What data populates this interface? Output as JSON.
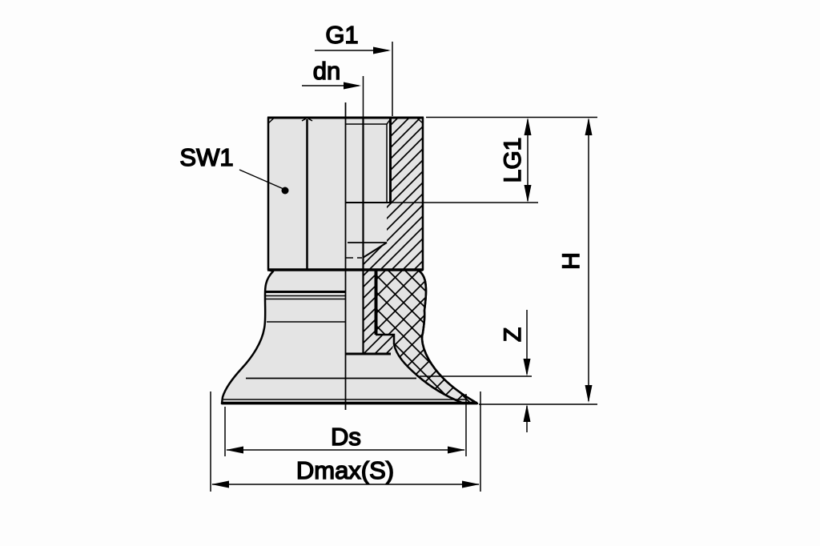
{
  "drawing": {
    "description": "Flat suction cup with female thread fitting, half-section technical drawing",
    "labels": {
      "g1": "G1",
      "dn": "dn",
      "sw1": "SW1",
      "lg1": "LG1",
      "h": "H",
      "z": "Z",
      "ds": "Ds",
      "dmax": "Dmax(S)"
    },
    "colors": {
      "background": "#fdfdfd",
      "part_fill": "#e4e4e4",
      "line": "#000000"
    }
  }
}
